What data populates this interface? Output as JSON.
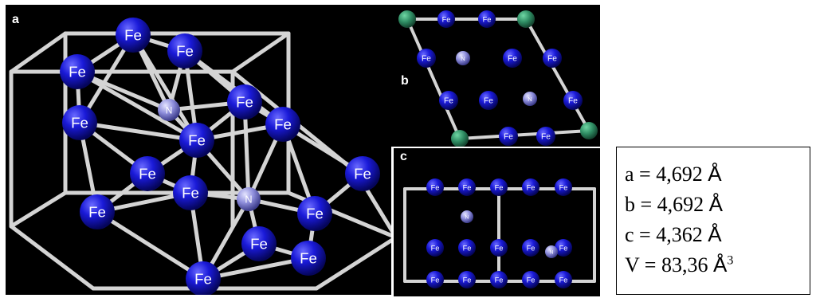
{
  "colors": {
    "background": "#000000",
    "iron_atom": "#1a1ad8",
    "nitrogen_atom": "#8f8fdc",
    "corner_atom": "#2e8b62",
    "bond": "#d4d4d4"
  },
  "atom_labels": {
    "iron": "Fe",
    "nitrogen": "N"
  },
  "panels": {
    "a": {
      "letter": "a"
    },
    "b": {
      "letter": "b"
    },
    "c": {
      "letter": "c"
    }
  },
  "lattice": {
    "a_label": "a = ",
    "a_value": "4,692",
    "a_unit": "Å",
    "b_label": "b = ",
    "b_value": "4,692",
    "b_unit": "Å",
    "c_label": "c = ",
    "c_value": "4,362",
    "c_unit": "Å",
    "v_label": "V = ",
    "v_value": "83,36",
    "v_unit": "Å",
    "v_exponent": "3"
  }
}
